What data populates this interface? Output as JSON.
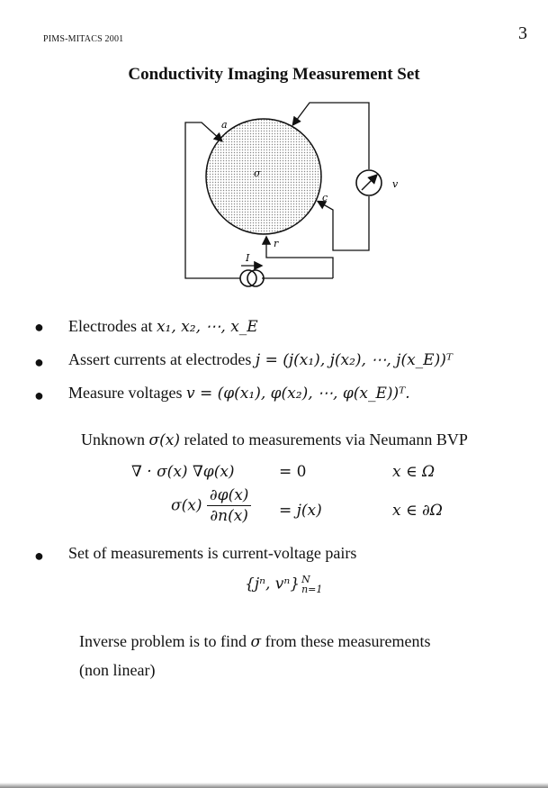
{
  "header": {
    "left": "PIMS-MITACS 2001",
    "page_number": "3"
  },
  "title": "Conductivity Imaging Measurement Set",
  "diagram": {
    "labels": {
      "a": "a",
      "sigma": "σ",
      "c": "c",
      "r": "r",
      "current": "I",
      "voltage": "v"
    }
  },
  "bullets": [
    {
      "text": "Electrodes at ",
      "math": "x₁, x₂, ⋯, x_E"
    },
    {
      "text": "Assert currents at electrodes ",
      "math": "j = (j(x₁), j(x₂), ⋯, j(x_E))ᵀ"
    },
    {
      "text": "Measure voltages ",
      "math": "v = (φ(x₁), φ(x₂), ⋯, φ(x_E))ᵀ."
    }
  ],
  "unknown_line": {
    "pre": "Unknown ",
    "sym": "σ(x)",
    "post": " related to measurements via Neumann BVP"
  },
  "equations": {
    "eq1_lhs": "∇ · σ(x) ∇φ(x)",
    "eq1_rel": "= 0",
    "eq1_cond": "x ∈ Ω",
    "eq2_pre": "σ(x)",
    "eq2_num": "∂φ(x)",
    "eq2_den": "∂n(x)",
    "eq2_rel": "= j(x)",
    "eq2_cond": "x ∈ ∂Ω"
  },
  "bullet4": "Set of measurements is current-voltage pairs",
  "pairs": {
    "base": "{jⁿ, vⁿ}",
    "sup": "N",
    "sub": "n=1"
  },
  "inverse": {
    "pre": "Inverse problem is to find ",
    "sym": "σ",
    "post": " from these measurements",
    "line2": "(non linear)"
  }
}
